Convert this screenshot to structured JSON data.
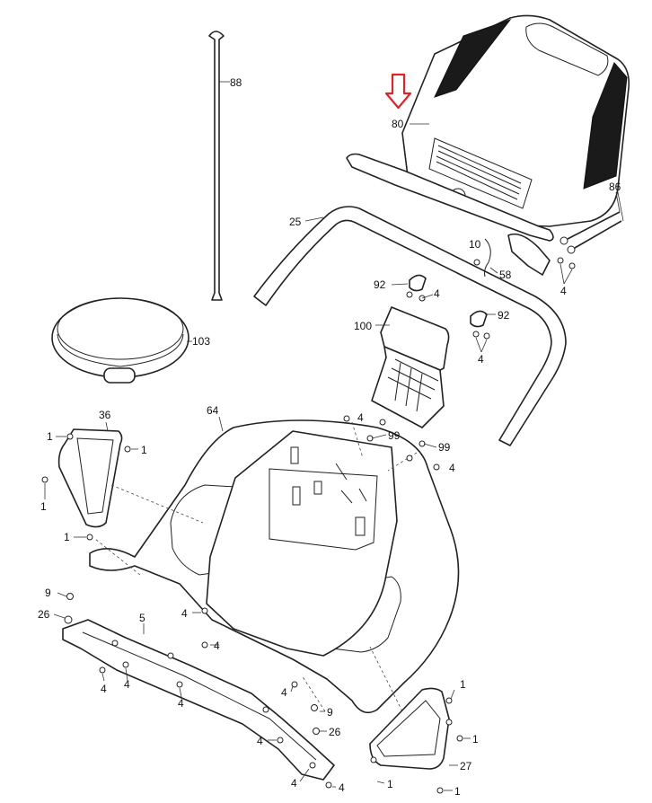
{
  "diagram": {
    "labels": {
      "l88": "88",
      "l80": "80",
      "l86": "86",
      "l25": "25",
      "l10": "10",
      "l58": "58",
      "l92a": "92",
      "l4a": "4",
      "l4b": "4",
      "l92b": "92",
      "l4c": "4",
      "l100": "100",
      "l103": "103",
      "l36": "36",
      "l1a": "1",
      "l1b": "1",
      "l1c": "1",
      "l1d": "1",
      "l64": "64",
      "l4d": "4",
      "l99a": "99",
      "l99b": "99",
      "l4e": "4",
      "l9a": "9",
      "l26a": "26",
      "l5": "5",
      "l4f": "4",
      "l4g": "4",
      "l4h": "4",
      "l4i": "4",
      "l4j": "4",
      "l4k": "4",
      "l9b": "9",
      "l26b": "26",
      "l4l": "4",
      "l4m": "4",
      "l4n": "4",
      "l1e": "1",
      "l1f": "1",
      "l27": "27",
      "l1g": "1",
      "l1h": "1"
    },
    "colors": {
      "highlight_arrow": "#d9262b",
      "line": "#222222"
    }
  }
}
